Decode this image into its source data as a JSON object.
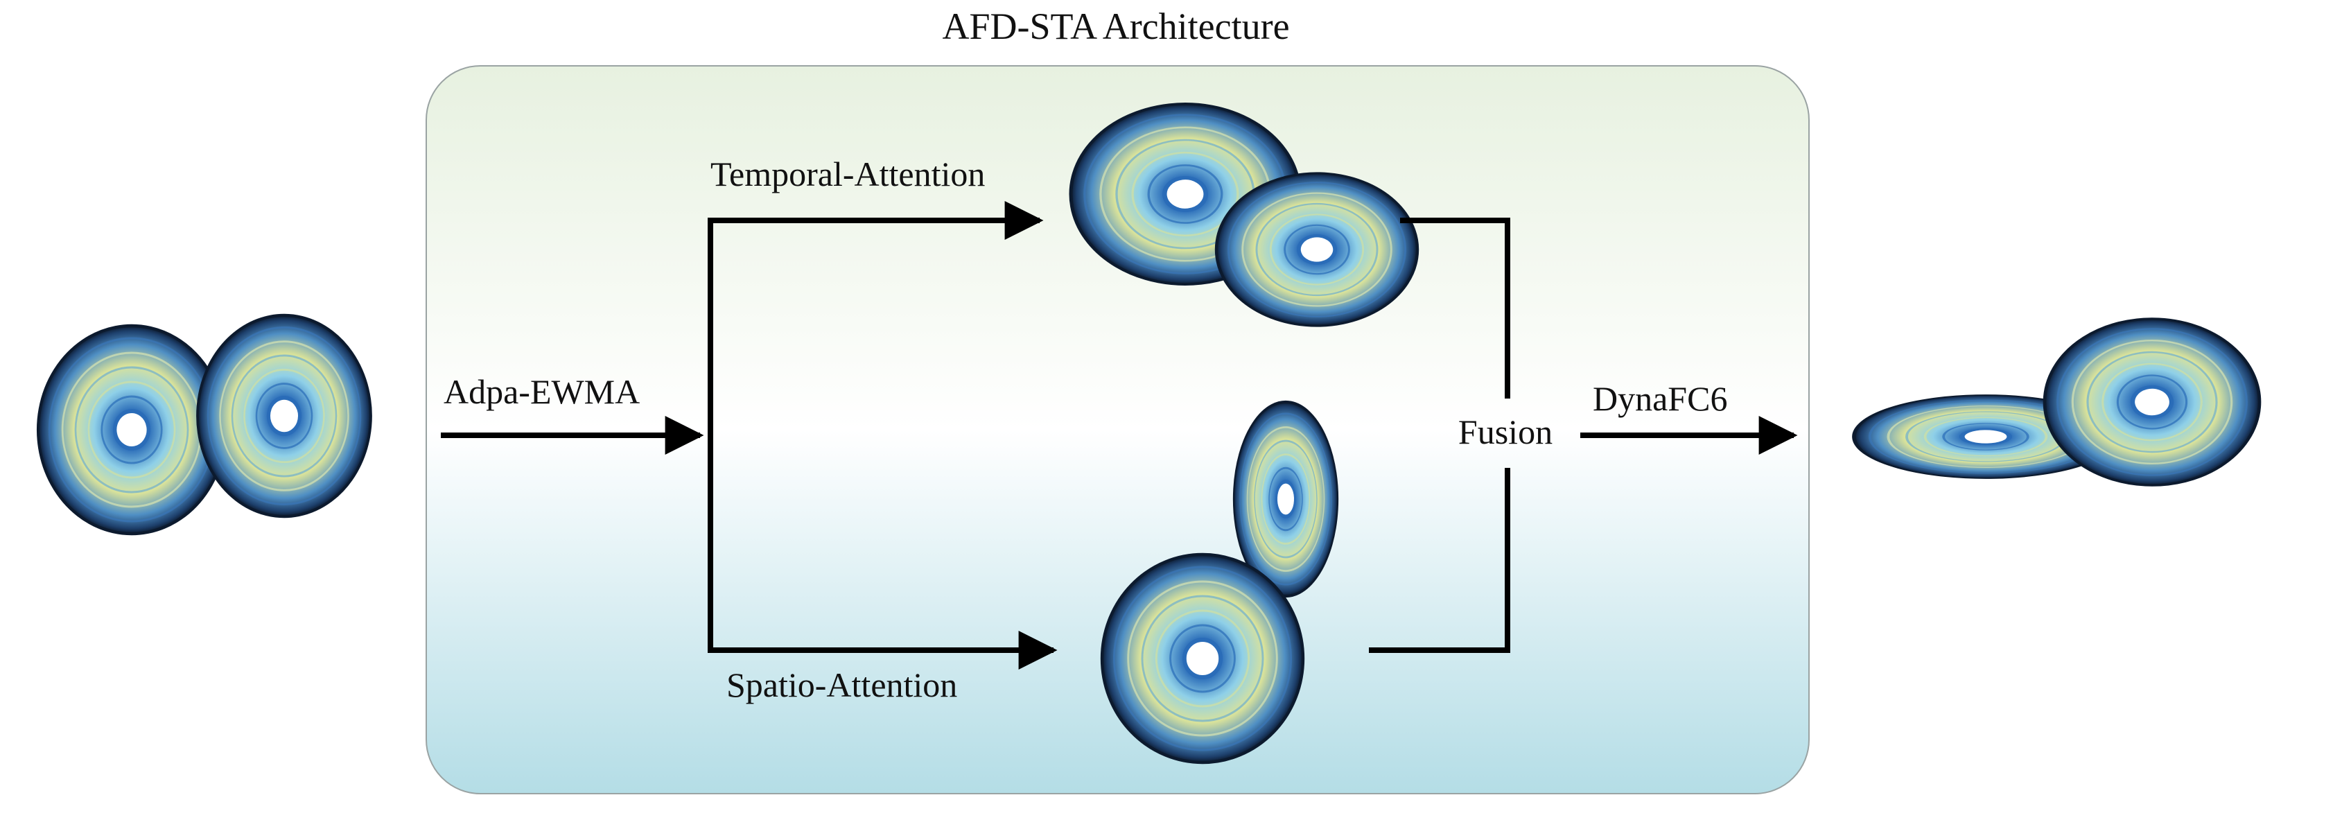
{
  "title": "AFD-STA Architecture",
  "labels": {
    "input_step": "Adpa-EWMA",
    "temporal": "Temporal-Attention",
    "spatial": "Spatio-Attention",
    "fusion": "Fusion",
    "output_step": "DynaFC6"
  },
  "colors": {
    "panel_top": "#e7f1e0",
    "panel_mid": "#ffffff",
    "panel_bottom": "#b4dde6",
    "arrow": "#000000",
    "attractor_blue": "#2f6fb5",
    "attractor_light": "#8fd0e8",
    "attractor_yellow": "#d9e29a"
  },
  "icons": {
    "input": "lorenz-attractor-icon",
    "temporal": "lorenz-attractor-icon",
    "spatial": "lorenz-attractor-icon",
    "output": "lorenz-attractor-icon"
  }
}
